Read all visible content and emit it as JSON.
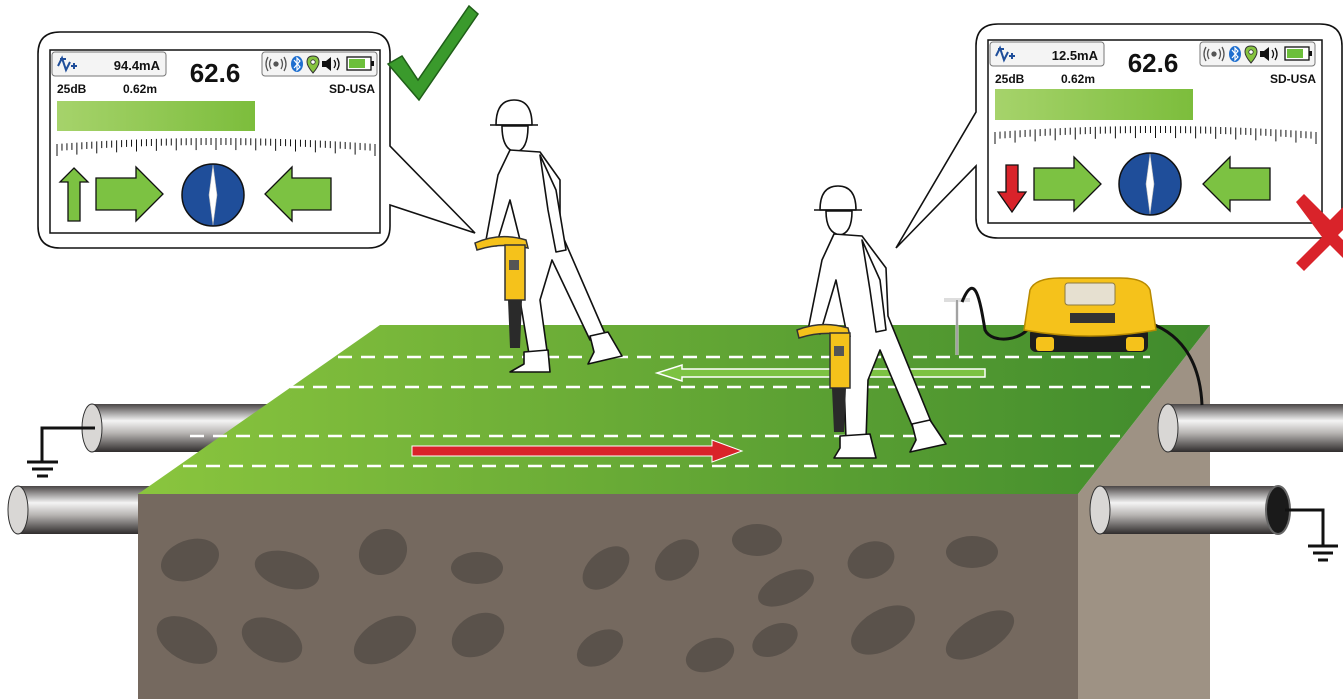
{
  "colors": {
    "grass_light": "#8ac53e",
    "grass_dark": "#3f8a2c",
    "soil_front": "#75695f",
    "soil_side": "#9e9284",
    "stone": "#5a524b",
    "bar_green": "#86c440",
    "arrow_green": "#7cc242",
    "arrow_red": "#d9232a",
    "compass_blue": "#1f4e9a",
    "check_green": "#3a9a2c",
    "cross_red": "#d9232a",
    "locator_yellow": "#f5c21b"
  },
  "screen_left": {
    "current": "94.4mA",
    "reading": "62.6",
    "gain": "25dB",
    "depth": "0.62m",
    "mode": "SD-USA",
    "signal_fraction": 0.62,
    "left_arrow": "up-arrow-icon",
    "verdict": "check-mark-icon"
  },
  "screen_right": {
    "current": "12.5mA",
    "reading": "62.6",
    "gain": "25dB",
    "depth": "0.62m",
    "mode": "SD-USA",
    "signal_fraction": 0.62,
    "left_arrow": "down-arrow-icon",
    "verdict": "cross-mark-icon"
  }
}
